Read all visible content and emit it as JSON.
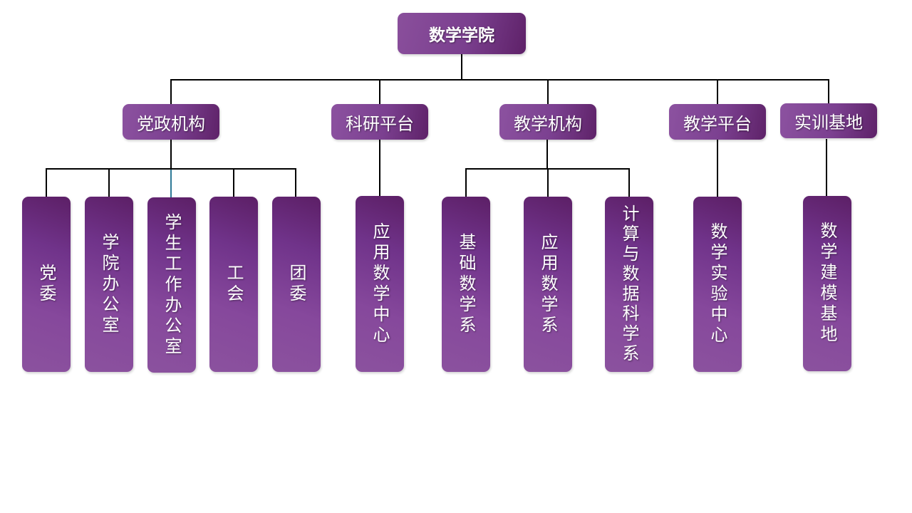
{
  "diagram": {
    "type": "org-chart",
    "root": {
      "label": "数学学院"
    },
    "groups": [
      {
        "label": "党政机构",
        "children": [
          "党委",
          "学院办公室",
          "学生工作办公室",
          "工会",
          "团委"
        ]
      },
      {
        "label": "科研平台",
        "children": [
          "应用数学中心"
        ]
      },
      {
        "label": "教学机构",
        "children": [
          "基础数学系",
          "应用数学系",
          "计算与数据科学系"
        ]
      },
      {
        "label": "教学平台",
        "children": [
          "数学实验中心"
        ]
      },
      {
        "label": "实训基地",
        "children": [
          "数学建模基地"
        ]
      }
    ],
    "colors": {
      "box_dark": "#5e2168",
      "box_light": "#8b529e",
      "text": "#ffffff",
      "connector": "#000000",
      "connector_highlight": "#2e7a96"
    }
  }
}
